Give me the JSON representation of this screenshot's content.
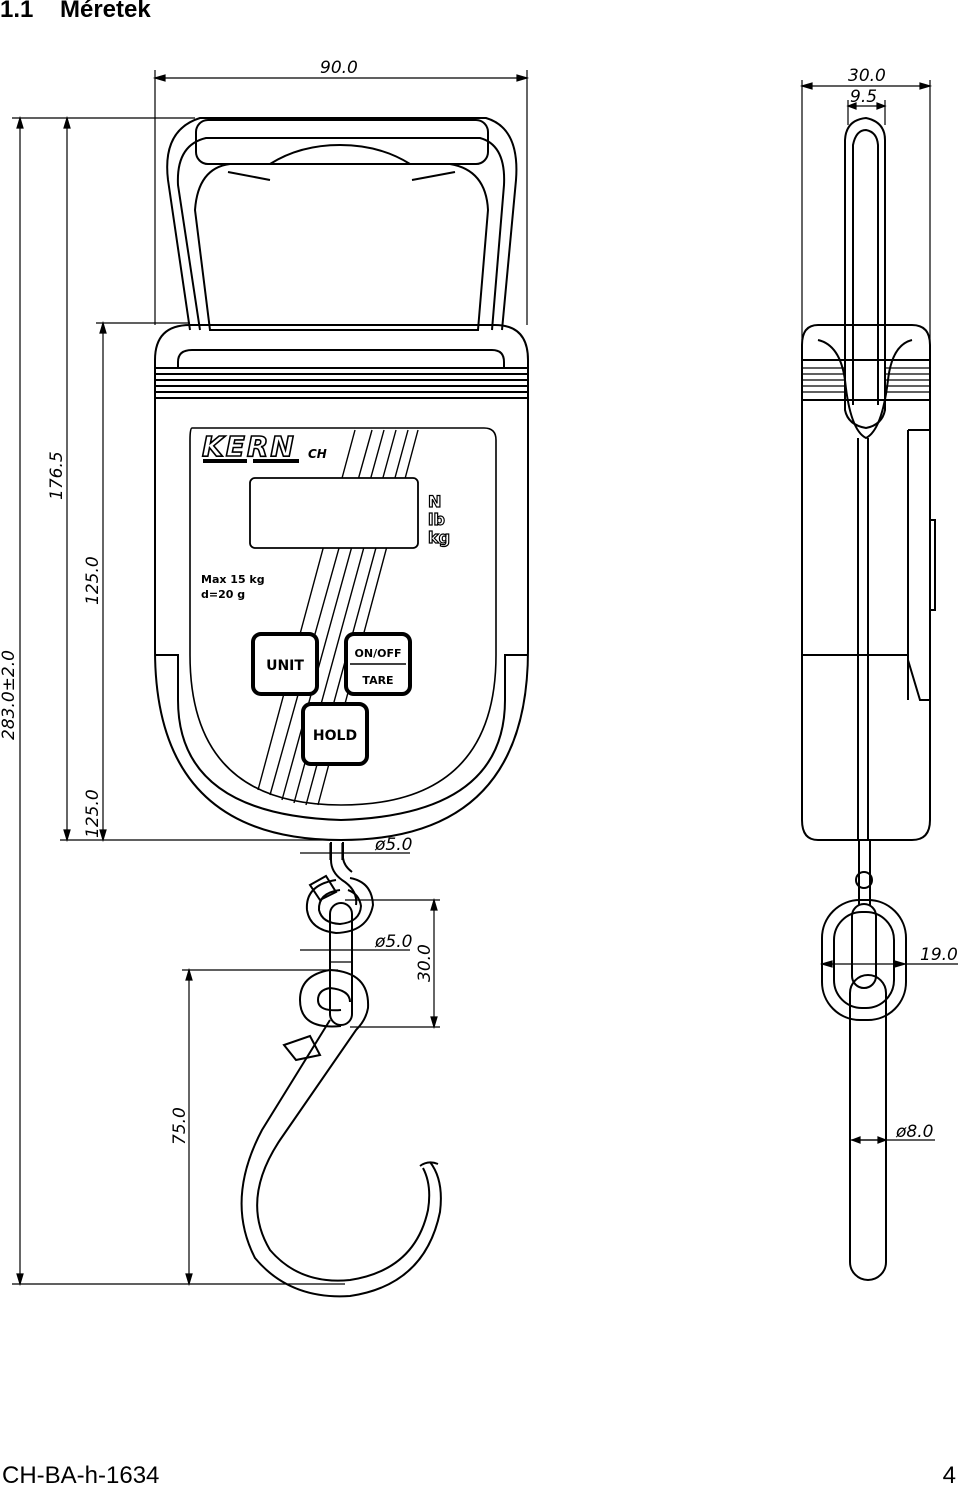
{
  "heading": {
    "number": "1.1",
    "title": "Méretek"
  },
  "footer": {
    "doc_id": "CH-BA-h-1634",
    "page": "4"
  },
  "front_view": {
    "brand": "KERN",
    "brand_suffix": "CH",
    "units": [
      "N",
      "lb",
      "kg"
    ],
    "capacity_line1": "Max 15 kg",
    "capacity_line2": "d=20 g",
    "buttons": {
      "unit": "UNIT",
      "on_off": "ON/OFF",
      "tare": "TARE",
      "hold": "HOLD"
    }
  },
  "dimensions": {
    "width_total": "90.0",
    "height_total": "283.0±2.0",
    "height_to_handle_top": "176.5",
    "body_height": "125.0",
    "hook_wire_top": "ø5.0",
    "hook_wire_link": "ø5.0",
    "link_length": "30.0",
    "hook_length": "75.0",
    "side_depth": "30.0",
    "side_handle": "9.5",
    "side_link_width": "19.0",
    "side_hook_dia": "ø8.0"
  }
}
